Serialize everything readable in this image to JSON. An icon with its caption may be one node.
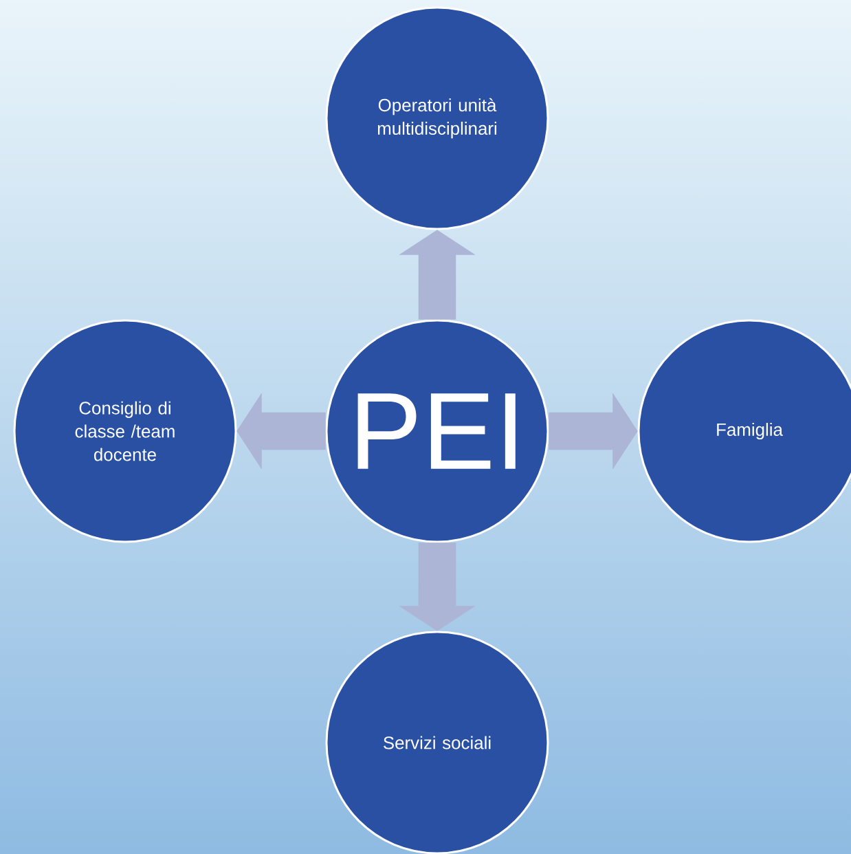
{
  "diagram": {
    "nodes": [
      {
        "text": [
          "Operatori unità multidisciplinari"
        ]
      },
      {
        "text": [
          "Consiglio di classe /team docente"
        ]
      },
      {
        "text": [
          "PEI"
        ]
      },
      {
        "text": [
          "Famiglia"
        ]
      },
      {
        "text": [
          "Servizi sociali"
        ]
      }
    ],
    "edges": [
      {
        "from": 2,
        "to": 0,
        "arrow": "to"
      },
      {
        "from": 2,
        "to": 1,
        "arrow": "to"
      },
      {
        "from": 2,
        "to": 3,
        "arrow": "to"
      },
      {
        "from": 2,
        "to": 4,
        "arrow": "to"
      }
    ]
  }
}
